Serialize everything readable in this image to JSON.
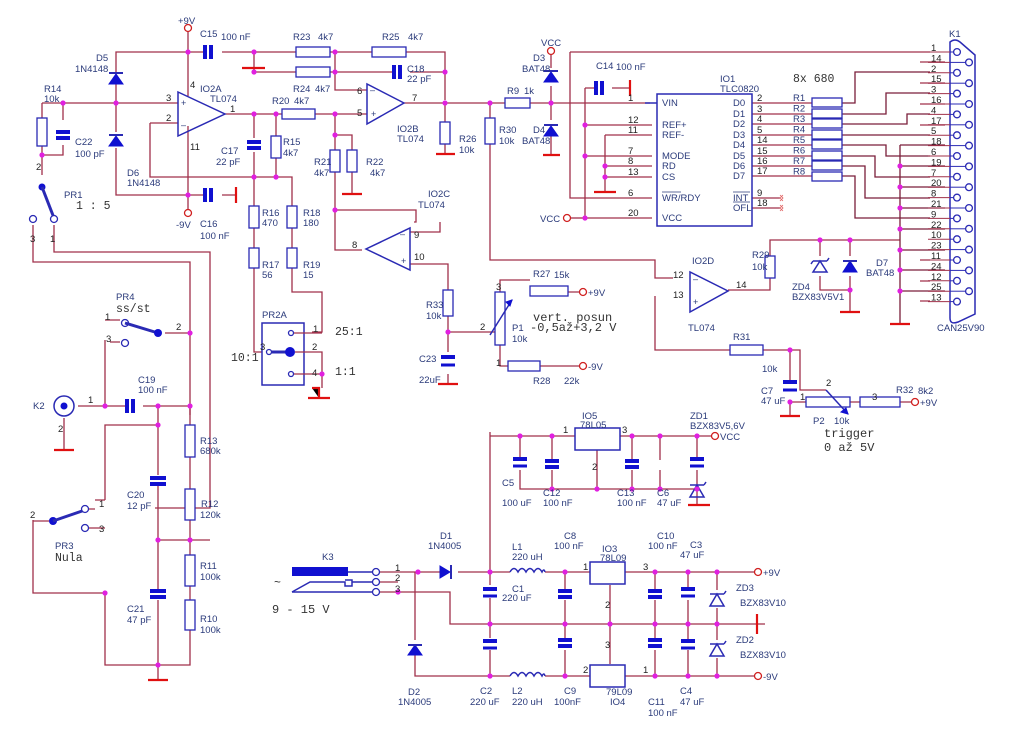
{
  "title": "Oscilloscope adapter schematic",
  "nets": {
    "plus9": "+9V",
    "minus9": "-9V",
    "vcc": "VCC"
  },
  "components": {
    "C15": {
      "ref": "C15",
      "value": "100 nF"
    },
    "D5": {
      "ref": "D5",
      "value": "1N4148"
    },
    "D6": {
      "ref": "D6",
      "value": "1N4148"
    },
    "R14": {
      "ref": "R14",
      "value": "10k"
    },
    "C22": {
      "ref": "C22",
      "value": "100 pF"
    },
    "IO2A": {
      "ref": "IO2A",
      "value": "TL074"
    },
    "IO2B": {
      "ref": "IO2B",
      "value": "TL074"
    },
    "IO2C": {
      "ref": "IO2C",
      "value": "TL074"
    },
    "IO2D": {
      "ref": "IO2D",
      "value": "TL074"
    },
    "C16": {
      "ref": "C16",
      "value": "100 nF"
    },
    "C17": {
      "ref": "C17",
      "value": "22 pF"
    },
    "R23": {
      "ref": "R23",
      "value": "4k7"
    },
    "R24": {
      "ref": "R24",
      "value": "4k7"
    },
    "R25": {
      "ref": "R25",
      "value": "4k7"
    },
    "C18": {
      "ref": "C18",
      "value": "22 pF"
    },
    "R20": {
      "ref": "R20",
      "value": "4k7"
    },
    "R15": {
      "ref": "R15",
      "value": "4k7"
    },
    "R21": {
      "ref": "R21",
      "value": "4k7"
    },
    "R22": {
      "ref": "R22",
      "value": "4k7"
    },
    "R26": {
      "ref": "R26",
      "value": "10k"
    },
    "R16": {
      "ref": "R16",
      "value": "470"
    },
    "R17": {
      "ref": "R17",
      "value": "56"
    },
    "R18": {
      "ref": "R18",
      "value": "180"
    },
    "R19": {
      "ref": "R19",
      "value": "15"
    },
    "R9": {
      "ref": "R9",
      "value": "1k"
    },
    "R30": {
      "ref": "R30",
      "value": "10k"
    },
    "D3": {
      "ref": "D3",
      "value": "BAT48"
    },
    "D4": {
      "ref": "D4",
      "value": "BAT48"
    },
    "C14": {
      "ref": "C14",
      "value": "100 nF"
    },
    "IO1": {
      "ref": "IO1",
      "value": "TLC0820"
    },
    "RN": {
      "value": "8x 680"
    },
    "K1": {
      "ref": "K1",
      "value": "CAN25V90"
    },
    "R29": {
      "ref": "R29",
      "value": "10k"
    },
    "ZD4": {
      "ref": "ZD4",
      "value": "BZX83V5V1"
    },
    "D7": {
      "ref": "D7",
      "value": "BAT48"
    },
    "PR1": {
      "ref": "PR1",
      "value": "1 : 5"
    },
    "PR4": {
      "ref": "PR4",
      "value": "ss/st"
    },
    "PR2A": {
      "ref": "PR2A",
      "pos1": "25:1",
      "pos3": "10:1",
      "pos4": "1:1"
    },
    "R33": {
      "ref": "R33",
      "value": "10k"
    },
    "C23": {
      "ref": "C23",
      "value": "22uF"
    },
    "R27": {
      "ref": "R27",
      "value": "15k"
    },
    "R28": {
      "ref": "R28",
      "value": "22k"
    },
    "P1": {
      "ref": "P1",
      "value": "10k",
      "note1": "vert. posun",
      "note2": "-0,5až+3,2 V"
    },
    "R31": {
      "ref": "R31",
      "value": "10k"
    },
    "C7": {
      "ref": "C7",
      "value": "47 uF"
    },
    "P2": {
      "ref": "P2",
      "value": "10k",
      "note1": "trigger",
      "note2": "0 až 5V"
    },
    "R32": {
      "ref": "R32",
      "value": "8k2"
    },
    "K2": {
      "ref": "K2"
    },
    "C19": {
      "ref": "C19",
      "value": "100 nF"
    },
    "R13": {
      "ref": "R13",
      "value": "680k"
    },
    "R12": {
      "ref": "R12",
      "value": "120k"
    },
    "R11": {
      "ref": "R11",
      "value": "100k"
    },
    "R10": {
      "ref": "R10",
      "value": "100k"
    },
    "C20": {
      "ref": "C20",
      "value": "12 pF"
    },
    "C21": {
      "ref": "C21",
      "value": "47 pF"
    },
    "PR3": {
      "ref": "PR3",
      "value": "Nula"
    },
    "IO5": {
      "ref": "IO5",
      "value": "78L05"
    },
    "ZD1": {
      "ref": "ZD1",
      "value": "BZX83V5,6V"
    },
    "C5": {
      "ref": "C5",
      "value": "100 uF"
    },
    "C12": {
      "ref": "C12",
      "value": "100 nF"
    },
    "C13": {
      "ref": "C13",
      "value": "100 nF"
    },
    "C6": {
      "ref": "C6",
      "value": "47 uF"
    },
    "K3": {
      "ref": "K3",
      "ac": "~",
      "range": "9 - 15 V"
    },
    "D1": {
      "ref": "D1",
      "value": "1N4005"
    },
    "D2": {
      "ref": "D2",
      "value": "1N4005"
    },
    "L1": {
      "ref": "L1",
      "value": "220 uH"
    },
    "L2": {
      "ref": "L2",
      "value": "220 uH"
    },
    "C1": {
      "ref": "C1",
      "value": "220 uF"
    },
    "C2": {
      "ref": "C2",
      "value": "220 uF"
    },
    "C8": {
      "ref": "C8",
      "value": "100 nF"
    },
    "C9": {
      "ref": "C9",
      "value": "100nF"
    },
    "IO3": {
      "ref": "IO3",
      "value": "78L09"
    },
    "IO4": {
      "ref": "IO4",
      "value": "79L09"
    },
    "C10": {
      "ref": "C10",
      "value": "100 nF"
    },
    "C11": {
      "ref": "C11",
      "value": "100 nF"
    },
    "C3": {
      "ref": "C3",
      "value": "47 uF"
    },
    "C4": {
      "ref": "C4",
      "value": "47 uF"
    },
    "ZD3": {
      "ref": "ZD3",
      "value": "BZX83V10"
    },
    "ZD2": {
      "ref": "ZD2",
      "value": "BZX83V10"
    }
  },
  "io1_pins_left": [
    {
      "pin": "1",
      "name": "VIN"
    },
    {
      "pin": "12",
      "name": "REF+"
    },
    {
      "pin": "11",
      "name": "REF-"
    },
    {
      "pin": "7",
      "name": "MODE"
    },
    {
      "pin": "8",
      "name": "RD"
    },
    {
      "pin": "13",
      "name": "CS"
    },
    {
      "pin": "6",
      "name": "WR/RDY"
    },
    {
      "pin": "20",
      "name": "VCC"
    }
  ],
  "io1_pins_right": [
    {
      "pin": "2",
      "name": "D0"
    },
    {
      "pin": "3",
      "name": "D1"
    },
    {
      "pin": "4",
      "name": "D2"
    },
    {
      "pin": "5",
      "name": "D3"
    },
    {
      "pin": "14",
      "name": "D4"
    },
    {
      "pin": "15",
      "name": "D5"
    },
    {
      "pin": "16",
      "name": "D6"
    },
    {
      "pin": "17",
      "name": "D7"
    },
    {
      "pin": "9",
      "name": "INT"
    },
    {
      "pin": "18",
      "name": "OFL"
    }
  ],
  "resistor_network": [
    "R1",
    "R2",
    "R3",
    "R4",
    "R5",
    "R6",
    "R7",
    "R8"
  ],
  "k1_pins": [
    "1",
    "14",
    "2",
    "15",
    "3",
    "16",
    "4",
    "17",
    "5",
    "18",
    "6",
    "19",
    "7",
    "20",
    "8",
    "21",
    "9",
    "22",
    "10",
    "23",
    "11",
    "24",
    "12",
    "25",
    "13"
  ]
}
